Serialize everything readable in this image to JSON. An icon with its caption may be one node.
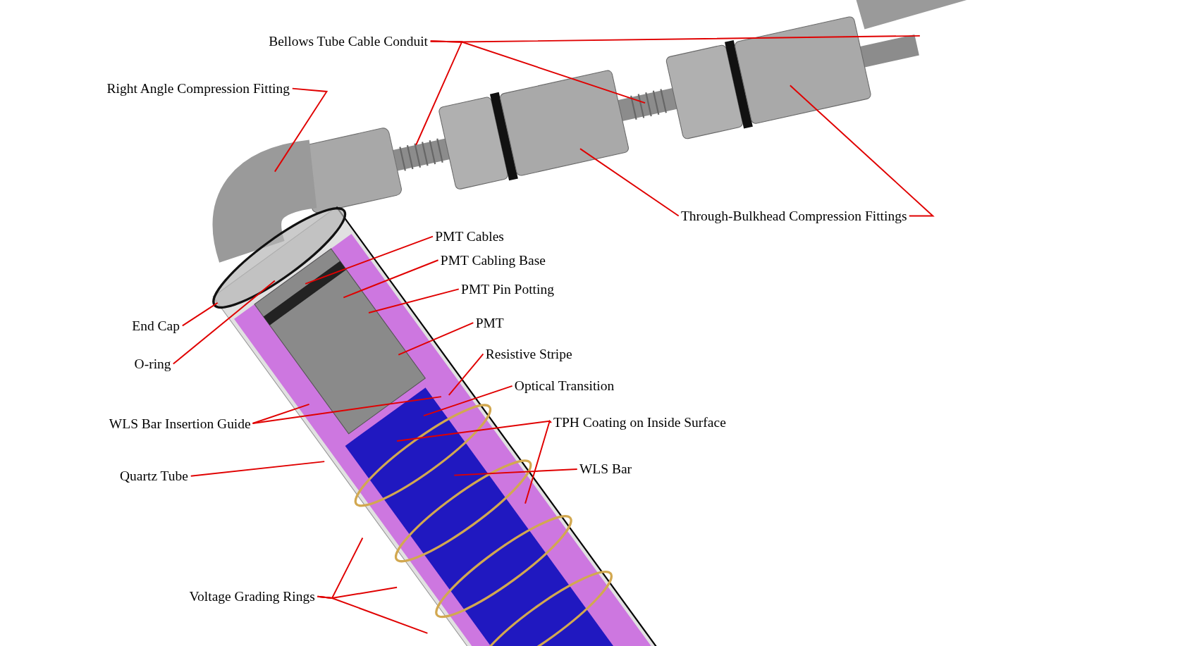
{
  "diagram": {
    "nodes": [
      {
        "text": [
          "Bellows Tube Cable Conduit"
        ]
      },
      {
        "text": [
          "Right Angle Compression Fitting"
        ]
      },
      {
        "text": [
          "Through-Bulkhead Compression Fittings"
        ]
      },
      {
        "text": [
          "PMT Cables"
        ]
      },
      {
        "text": [
          "PMT Cabling Base"
        ]
      },
      {
        "text": [
          "PMT Pin Potting"
        ]
      },
      {
        "text": [
          "End Cap"
        ]
      },
      {
        "text": [
          "PMT"
        ]
      },
      {
        "text": [
          "Resistive Stripe"
        ]
      },
      {
        "text": [
          "O-ring"
        ]
      },
      {
        "text": [
          "Optical Transition"
        ]
      },
      {
        "text": [
          "WLS Bar Insertion Guide"
        ]
      },
      {
        "text": [
          "TPH Coating on Inside Surface"
        ]
      },
      {
        "text": [
          "WLS Bar"
        ]
      },
      {
        "text": [
          "Quartz Tube"
        ]
      },
      {
        "text": [
          "Voltage Grading Rings"
        ]
      }
    ],
    "edges": [
      {
        "from": 0,
        "to": null,
        "arrow": "none"
      },
      {
        "from": 0,
        "to": null,
        "arrow": "none"
      },
      {
        "from": 0,
        "to": null,
        "arrow": "none"
      },
      {
        "from": 1,
        "to": null,
        "arrow": "none"
      },
      {
        "from": 2,
        "to": null,
        "arrow": "none"
      },
      {
        "from": 2,
        "to": null,
        "arrow": "none"
      },
      {
        "from": 3,
        "to": null,
        "arrow": "none"
      },
      {
        "from": 4,
        "to": null,
        "arrow": "none"
      },
      {
        "from": 5,
        "to": null,
        "arrow": "none"
      },
      {
        "from": 6,
        "to": null,
        "arrow": "none"
      },
      {
        "from": 7,
        "to": null,
        "arrow": "none"
      },
      {
        "from": 8,
        "to": null,
        "arrow": "none"
      },
      {
        "from": 9,
        "to": null,
        "arrow": "none"
      },
      {
        "from": 10,
        "to": null,
        "arrow": "none"
      },
      {
        "from": 11,
        "to": null,
        "arrow": "none"
      },
      {
        "from": 11,
        "to": null,
        "arrow": "none"
      },
      {
        "from": 12,
        "to": null,
        "arrow": "none"
      },
      {
        "from": 12,
        "to": null,
        "arrow": "none"
      },
      {
        "from": 13,
        "to": null,
        "arrow": "none"
      },
      {
        "from": 14,
        "to": null,
        "arrow": "none"
      },
      {
        "from": 15,
        "to": null,
        "arrow": "none"
      },
      {
        "from": 15,
        "to": null,
        "arrow": "none"
      },
      {
        "from": 15,
        "to": null,
        "arrow": "none"
      }
    ]
  }
}
